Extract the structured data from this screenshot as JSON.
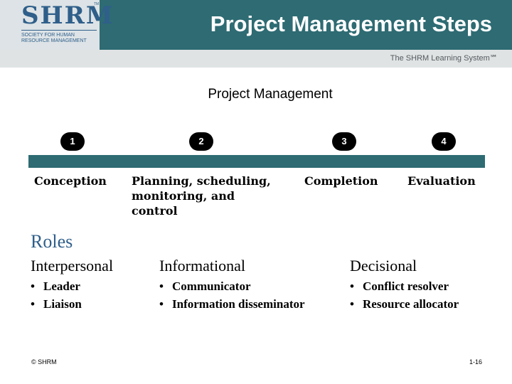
{
  "header": {
    "title": "Project Management Steps",
    "logo": {
      "mark": "SHRM",
      "tm": "TM",
      "subtitle": "SOCIETY FOR HUMAN RESOURCE MANAGEMENT"
    },
    "learning_system": "The SHRM Learning System℠"
  },
  "subtitle": "Project Management",
  "steps": [
    {
      "number": "1",
      "label": "Conception"
    },
    {
      "number": "2",
      "label": "Planning, scheduling, monitoring, and control"
    },
    {
      "number": "3",
      "label": "Completion"
    },
    {
      "number": "4",
      "label": "Evaluation"
    }
  ],
  "roles": {
    "heading": "Roles",
    "columns": [
      {
        "title": "Interpersonal",
        "items": [
          "Leader",
          "Liaison"
        ]
      },
      {
        "title": "Informational",
        "items": [
          "Communicator",
          "Information disseminator"
        ]
      },
      {
        "title": "Decisional",
        "items": [
          "Conflict resolver",
          "Resource allocator"
        ]
      }
    ]
  },
  "footer": {
    "left": "© SHRM",
    "right": "1-16"
  },
  "colors": {
    "teal": "#2e6b73",
    "navy": "#2f5f8a",
    "gray_bar": "#dfe3e4"
  }
}
